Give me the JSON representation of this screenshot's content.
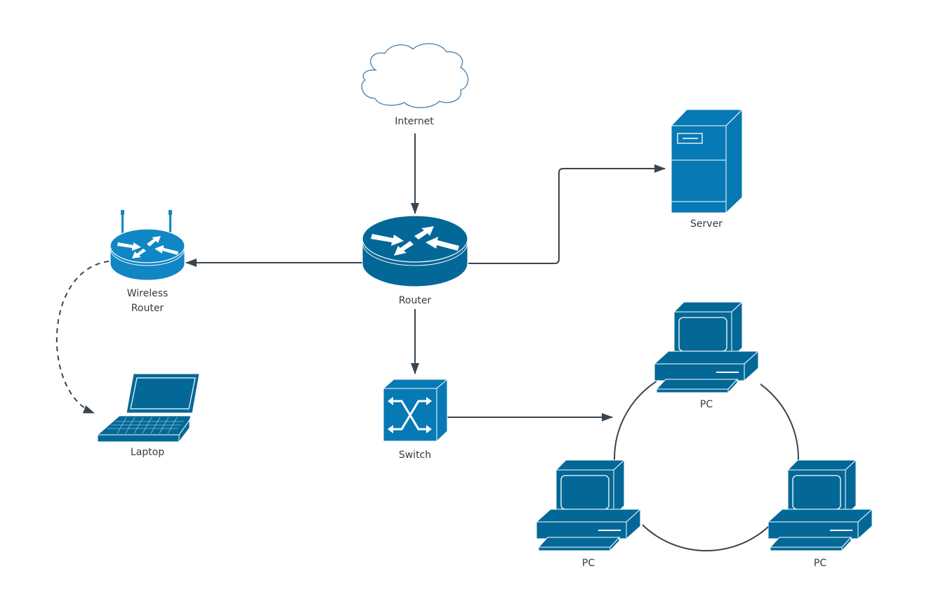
{
  "diagram": {
    "title": "",
    "colors": {
      "device_primary": "#036897",
      "device_server": "#0779b5",
      "device_wireless": "#1186c4",
      "edge": "#3a4550",
      "cloud_stroke": "#4a7fa5",
      "label": "#333b45"
    },
    "nodes": [
      {
        "id": "internet",
        "type": "cloud-icon",
        "label": "Internet"
      },
      {
        "id": "router",
        "type": "router-icon",
        "label": "Router"
      },
      {
        "id": "server",
        "type": "server-icon",
        "label": "Server"
      },
      {
        "id": "wireless_router",
        "type": "wireless-router-icon",
        "label_line1": "Wireless",
        "label_line2": "Router"
      },
      {
        "id": "laptop",
        "type": "laptop-icon",
        "label": "Laptop"
      },
      {
        "id": "switch",
        "type": "switch-icon",
        "label": "Switch"
      },
      {
        "id": "pc_top",
        "type": "pc-icon",
        "label": "PC"
      },
      {
        "id": "pc_left",
        "type": "pc-icon",
        "label": "PC"
      },
      {
        "id": "pc_right",
        "type": "pc-icon",
        "label": "PC"
      }
    ],
    "edges": [
      {
        "from": "internet",
        "to": "router",
        "style": "solid",
        "arrow": "end"
      },
      {
        "from": "router",
        "to": "wireless_router",
        "style": "solid",
        "arrow": "end"
      },
      {
        "from": "router",
        "to": "server",
        "style": "solid",
        "arrow": "end",
        "routing": "orthogonal"
      },
      {
        "from": "router",
        "to": "switch",
        "style": "solid",
        "arrow": "end"
      },
      {
        "from": "wireless_router",
        "to": "laptop",
        "style": "dashed",
        "arrow": "end",
        "routing": "curved"
      },
      {
        "from": "switch",
        "to": "pc_ring",
        "style": "solid",
        "arrow": "end"
      }
    ],
    "ring": {
      "topology": "ring",
      "members": [
        "pc_top",
        "pc_right",
        "pc_left"
      ]
    }
  }
}
